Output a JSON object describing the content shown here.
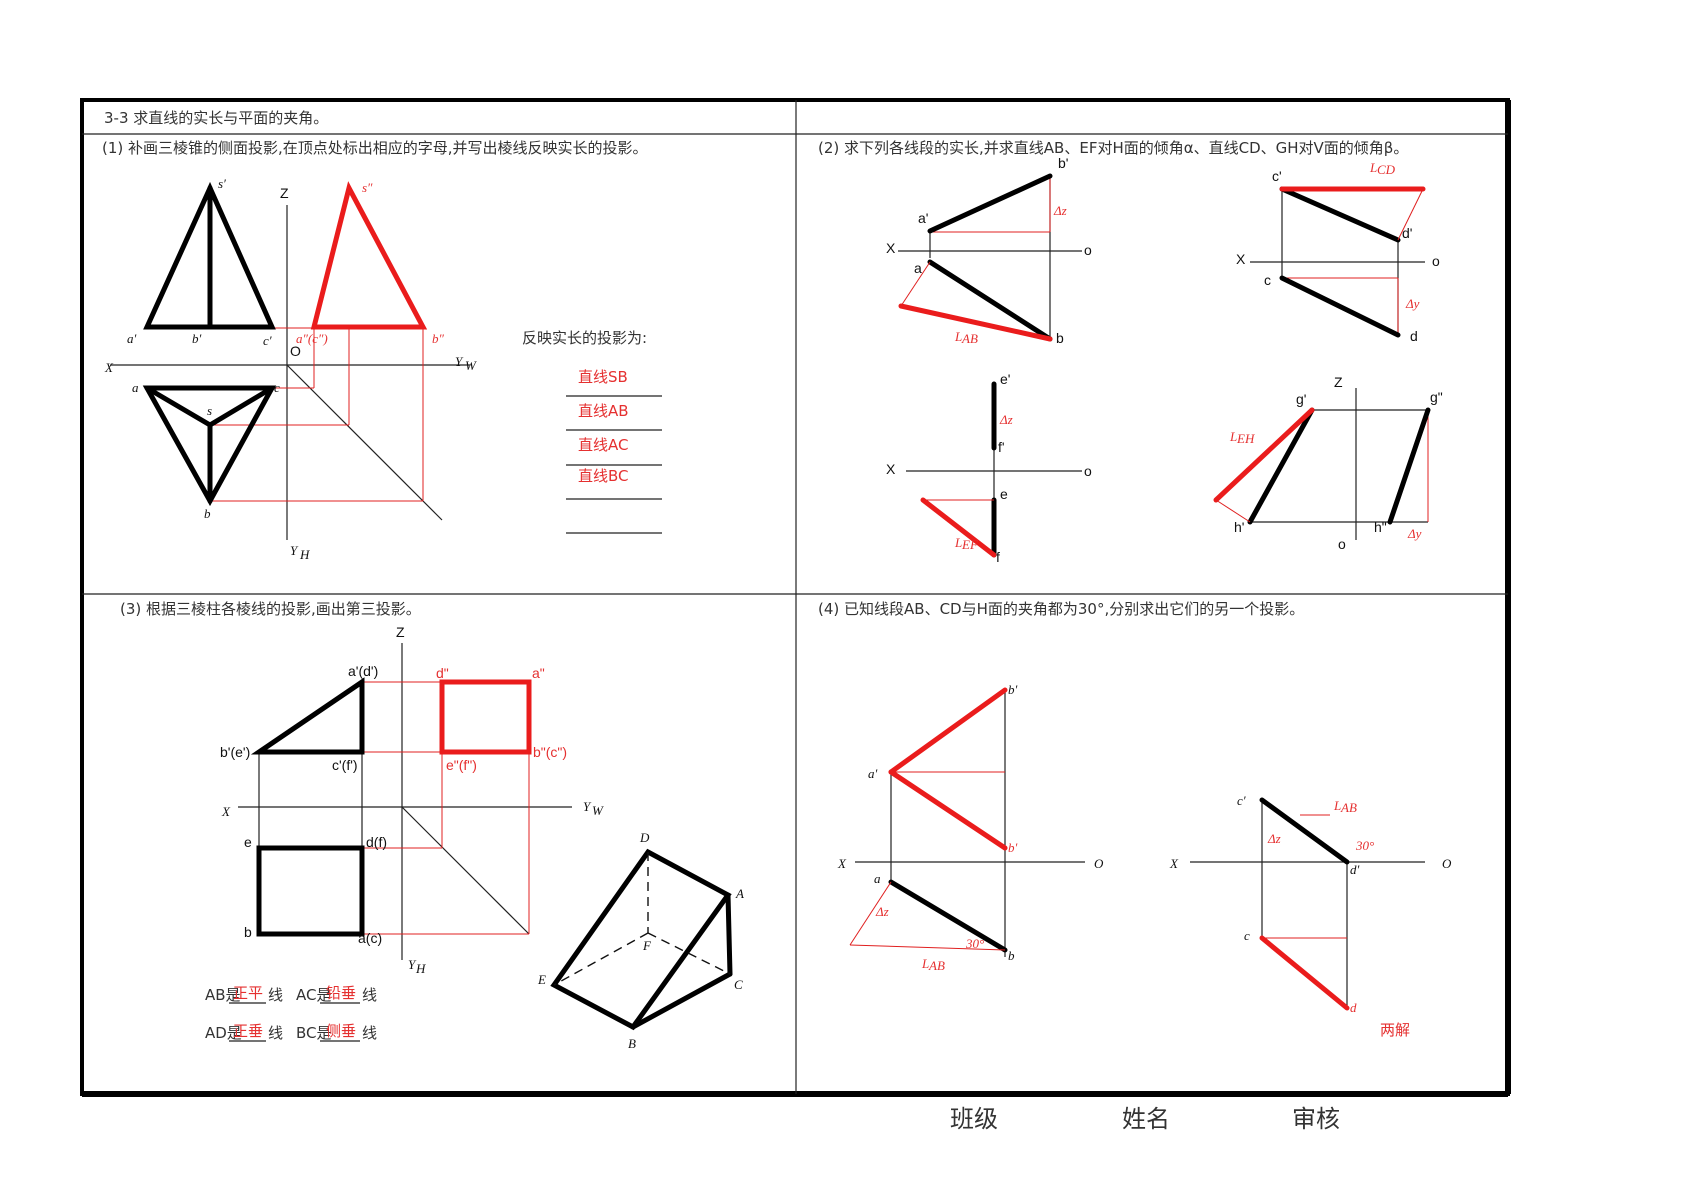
{
  "header": {
    "title": "3-3 求直线的实长与平面的夹角。"
  },
  "panel1": {
    "caption": "(1) 补画三棱锥的侧面投影,在顶点处标出相应的字母,并写出棱线反映实长的投影。",
    "answer_heading": "反映实长的投影为:",
    "answers": [
      "直线SB",
      "直线AB",
      "直线AC",
      "直线BC"
    ],
    "labels": {
      "s1": "s′",
      "s2": "s″",
      "z": "Z",
      "o": "O",
      "x": "X",
      "yw": "Y",
      "yw_sub": "W",
      "yh": "Y",
      "yh_sub": "H",
      "a1": "a′",
      "b1": "b′",
      "c1": "c′",
      "ac2": "a″(c″)",
      "b2": "b″",
      "a": "a",
      "b": "b",
      "c": "c",
      "s": "s"
    }
  },
  "panel2": {
    "caption": "(2) 求下列各线段的实长,并求直线AB、EF对H面的倾角α、直线CD、GH对V面的倾角β。",
    "labels": {
      "a1": "a'",
      "b1": "b'",
      "a": "a",
      "b": "b",
      "x": "X",
      "o": "o",
      "dz": "Δz",
      "lab": "L",
      "lab_sub": "AB",
      "c1": "c'",
      "d1": "d'",
      "c": "c",
      "d": "d",
      "lcd": "L",
      "lcd_sub": "CD",
      "dy": "Δy",
      "e1": "e'",
      "f1": "f'",
      "e": "e",
      "f": "f",
      "lef": "L",
      "lef_sub": "EF",
      "g1": "g'",
      "g2": "g\"",
      "h1": "h'",
      "h2": "h\"",
      "z": "Z",
      "leh": "L",
      "leh_sub": "EH"
    }
  },
  "panel3": {
    "caption": "(3) 根据三棱柱各棱线的投影,画出第三投影。",
    "labels": {
      "z": "Z",
      "x": "X",
      "yw": "Y",
      "yw_sub": "W",
      "yh": "Y",
      "yh_sub": "H",
      "ad1": "a'(d')",
      "be1": "b'(e')",
      "cf1": "c'(f')",
      "d2": "d\"",
      "a2": "a\"",
      "ef2": "e\"(f\")",
      "bc2": "b\"(c\")",
      "e": "e",
      "df": "d(f)",
      "b": "b",
      "ac": "a(c)",
      "D": "D",
      "A": "A",
      "F": "F",
      "E": "E",
      "C": "C",
      "B": "B"
    },
    "fills": [
      {
        "prefix": "AB是",
        "answer": "正平",
        "suffix": "线"
      },
      {
        "prefix": "AC是",
        "answer": "铅垂",
        "suffix": "线"
      },
      {
        "prefix": "AD是",
        "answer": "正垂",
        "suffix": "线"
      },
      {
        "prefix": "BC是",
        "answer": "侧垂",
        "suffix": "线"
      }
    ]
  },
  "panel4": {
    "caption": "(4) 已知线段AB、CD与H面的夹角都为30°,分别求出它们的另一个投影。",
    "labels": {
      "b1a": "b′",
      "a1": "a′",
      "b1b": "b′",
      "x": "X",
      "o": "O",
      "a": "a",
      "b": "b",
      "dz": "Δz",
      "lab": "L",
      "lab_sub": "AB",
      "ang": "30°",
      "c1": "c′",
      "d1": "d′",
      "c": "c",
      "d": "d",
      "ang2": "30°",
      "note": "两解"
    }
  },
  "footer": {
    "class_label": "班级",
    "name_label": "姓名",
    "review_label": "审核"
  },
  "colors": {
    "ink": "#000000",
    "answer_red": "#ea1c1c"
  }
}
